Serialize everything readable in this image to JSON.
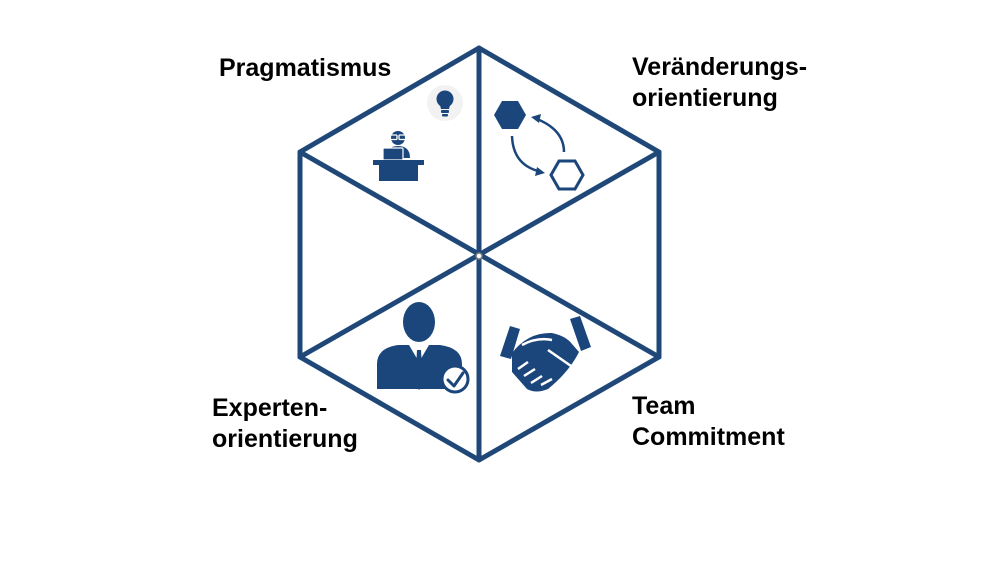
{
  "colors": {
    "primary": "#1b467c",
    "frame": "#1f4878",
    "background": "#ffffff"
  },
  "quadrants": [
    {
      "key": "top-left",
      "lines": [
        "Pragmatismus"
      ],
      "icon": "lightbulb-and-person-at-desk-icon"
    },
    {
      "key": "top-right",
      "lines": [
        "Veränderungs-",
        "orientierung"
      ],
      "icon": "hexagon-transformation-icon"
    },
    {
      "key": "bottom-left",
      "lines": [
        "Experten-",
        "orientierung"
      ],
      "icon": "businessman-with-checkmark-icon"
    },
    {
      "key": "bottom-right",
      "lines": [
        "Team",
        "Commitment"
      ],
      "icon": "handshake-icon"
    }
  ]
}
